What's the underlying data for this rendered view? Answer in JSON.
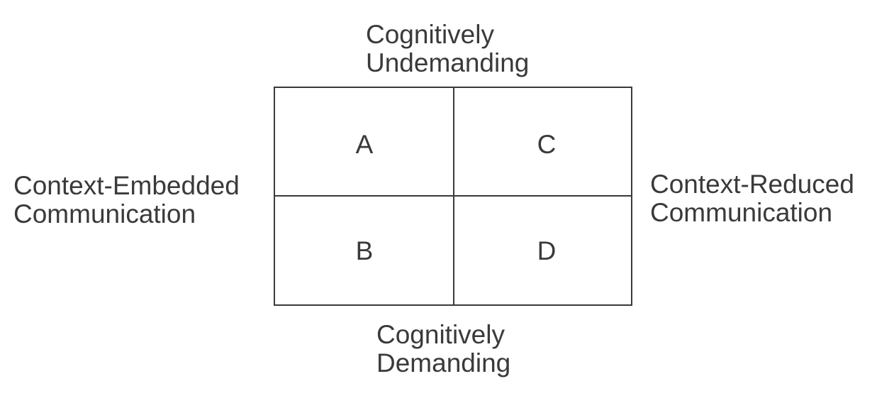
{
  "axes": {
    "top": [
      "Cognitively",
      "Undemanding"
    ],
    "bottom": [
      "Cognitively",
      "Demanding"
    ],
    "left": [
      "Context-Embedded",
      "Communication"
    ],
    "right": [
      "Context-Reduced",
      "Communication"
    ]
  },
  "quadrants": {
    "top_left": "A",
    "top_right": "C",
    "bottom_left": "B",
    "bottom_right": "D"
  },
  "colors": {
    "line": "#3a3a3a",
    "text": "#3a3a3a",
    "background": "#ffffff"
  }
}
